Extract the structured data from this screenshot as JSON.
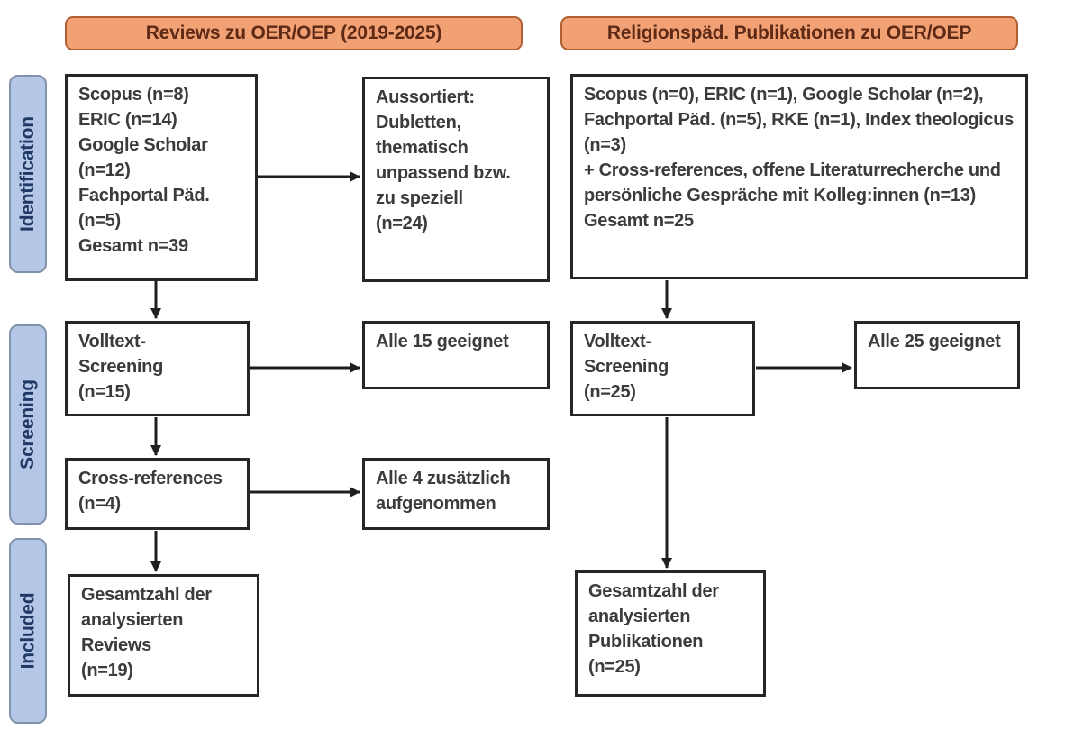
{
  "title": "PRISMA-style literature flow diagram",
  "colors": {
    "orange_fill": "#F1A173",
    "orange_border": "#B15F33",
    "orange_text": "#5E2A16",
    "blue_fill": "#B4C7E7",
    "blue_border": "#8092AC",
    "blue_text": "#1F3864",
    "box_border": "#262626",
    "box_text": "#3B3B3B",
    "arrow_color": "#1F1F1F"
  },
  "stages": {
    "identification": "Identification",
    "screening": "Screening",
    "included": "Included"
  },
  "columns": {
    "left": {
      "header": "Reviews zu OER/OEP (2019-2025)",
      "boxes": {
        "sources": "Scopus (n=8)\nERIC (n=14)\nGoogle Scholar (n=12)\nFachportal Päd. (n=5)\nGesamt n=39",
        "excluded": "Aussortiert:\nDubletten,\nthematisch\nunpassend bzw.\nzu speziell\n(n=24)",
        "screening": "Volltext-\nScreening\n(n=15)",
        "screening_result": "Alle 15 geeignet",
        "cross_references": "Cross-references\n(n=4)",
        "cross_references_result": "Alle 4 zusätzlich\naufgenommen",
        "included": "Gesamtzahl der\nanalysierten\nReviews\n(n=19)"
      }
    },
    "right": {
      "header": "Religionspäd. Publikationen zu OER/OEP",
      "boxes": {
        "sources": "Scopus (n=0), ERIC (n=1), Google Scholar (n=2), Fachportal Päd. (n=5), RKE (n=1), Index theologicus (n=3)\n+ Cross-references, offene Literaturrecherche und persönliche Gespräche mit Kolleg:innen (n=13)\nGesamt n=25",
        "screening": "Volltext-\nScreening\n(n=25)",
        "screening_result": "Alle 25 geeignet",
        "included": "Gesamtzahl der\nanalysierten\nPublikationen\n(n=25)"
      }
    }
  }
}
